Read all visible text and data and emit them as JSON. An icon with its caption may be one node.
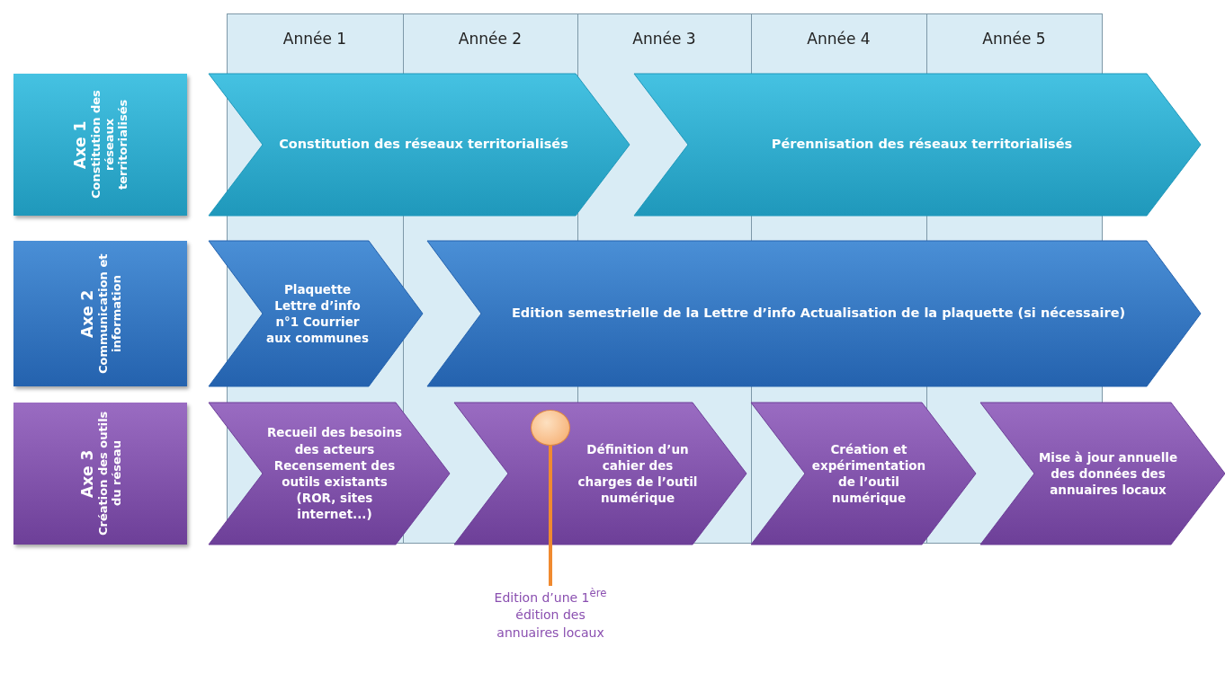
{
  "diagram": {
    "nodes": [
      {
        "text": [
          "Année 1"
        ]
      },
      {
        "text": [
          "Année 2"
        ]
      },
      {
        "text": [
          "Année 3"
        ]
      },
      {
        "text": [
          "Année 4"
        ]
      },
      {
        "text": [
          "Année 5"
        ]
      },
      {
        "text": [
          "Axe 1",
          "Constitution des réseaux territorialisés"
        ]
      },
      {
        "text": [
          "Constitution des réseaux territorialisés"
        ]
      },
      {
        "text": [
          "Pérennisation des réseaux territorialisés"
        ]
      },
      {
        "text": [
          "Axe 2",
          "Communication et information"
        ]
      },
      {
        "text": [
          "Plaquette Lettre d’info n°1 Courrier aux communes"
        ]
      },
      {
        "text": [
          "Edition semestrielle de la Lettre d’info Actualisation de la plaquette (si nécessaire)"
        ]
      },
      {
        "text": [
          "Axe 3",
          "Création des outils du réseau"
        ]
      },
      {
        "text": [
          "Recueil des besoins des acteurs Recensement des outils existants (ROR, sites internet...)"
        ]
      },
      {
        "text": [
          "Définition d’un cahier des charges de l’outil numérique"
        ]
      },
      {
        "text": [
          "Création et expérimentation de l’outil numérique"
        ]
      },
      {
        "text": [
          "Mise à jour annuelle des données des annuaires locaux"
        ]
      },
      {
        "text": [],
        "shape": "circle",
        "in": 13
      },
      {
        "text": [
          "Edition d’une 1$^{ère}$ édition des annuaires locaux"
        ]
      }
    ],
    "edges": [
      {
        "from": 17,
        "to": 16,
        "arrow": "none"
      }
    ]
  }
}
